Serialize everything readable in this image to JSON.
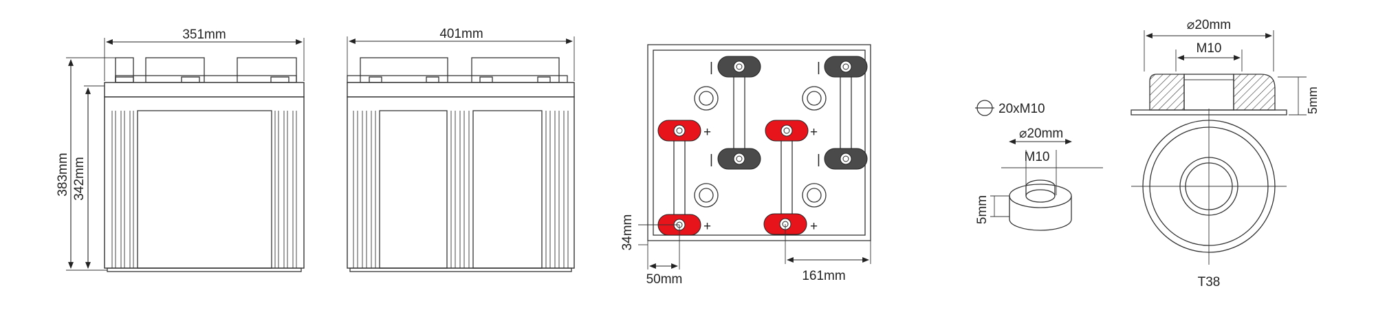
{
  "colors": {
    "line": "#333333",
    "positive_terminal": "#e8141b",
    "negative_terminal": "#4a4a4a",
    "background": "#ffffff"
  },
  "front_view": {
    "width_label": "351mm",
    "total_height_label": "383mm",
    "case_height_label": "342mm"
  },
  "side_view": {
    "width_label": "401mm"
  },
  "top_view": {
    "terminal_spacing_label": "34mm",
    "edge_offset_label": "50mm",
    "pitch_label": "161mm",
    "positive_symbol": "+",
    "negative_symbol": "|"
  },
  "washer_detail": {
    "legend_label": "20xM10",
    "diameter_label": "⌀20mm",
    "thread_label": "M10",
    "thickness_label": "5mm"
  },
  "terminal_detail": {
    "diameter_label": "⌀20mm",
    "thread_label": "M10",
    "thickness_label": "5mm",
    "model_label": "T38"
  }
}
